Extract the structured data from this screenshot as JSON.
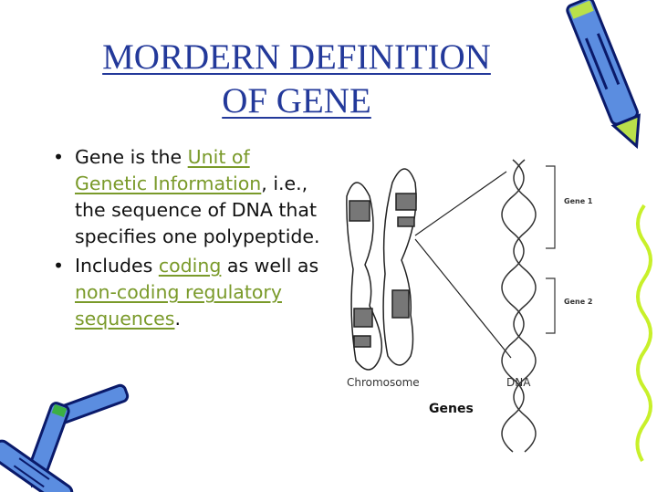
{
  "title": {
    "line1": "MORDERN DEFINITION",
    "line2": "OF GENE"
  },
  "bullets": [
    {
      "parts": [
        "Gene is the ",
        "Unit of Genetic Information",
        ", i.e., the sequence of DNA that specifies one polypeptide."
      ]
    },
    {
      "parts": [
        "Includes ",
        "coding",
        " as well as ",
        "non-coding regulatory sequences",
        "."
      ]
    }
  ],
  "diagram": {
    "chromosome_label": "Chromosome",
    "dna_label": "DNA",
    "gene1_label": "Gene 1",
    "gene2_label": "Gene 2",
    "caption": "Genes"
  },
  "colors": {
    "title": "#23399a",
    "link": "#7a9a2a",
    "squiggle": "#c8f02a",
    "crayon": "#5b8de0"
  }
}
